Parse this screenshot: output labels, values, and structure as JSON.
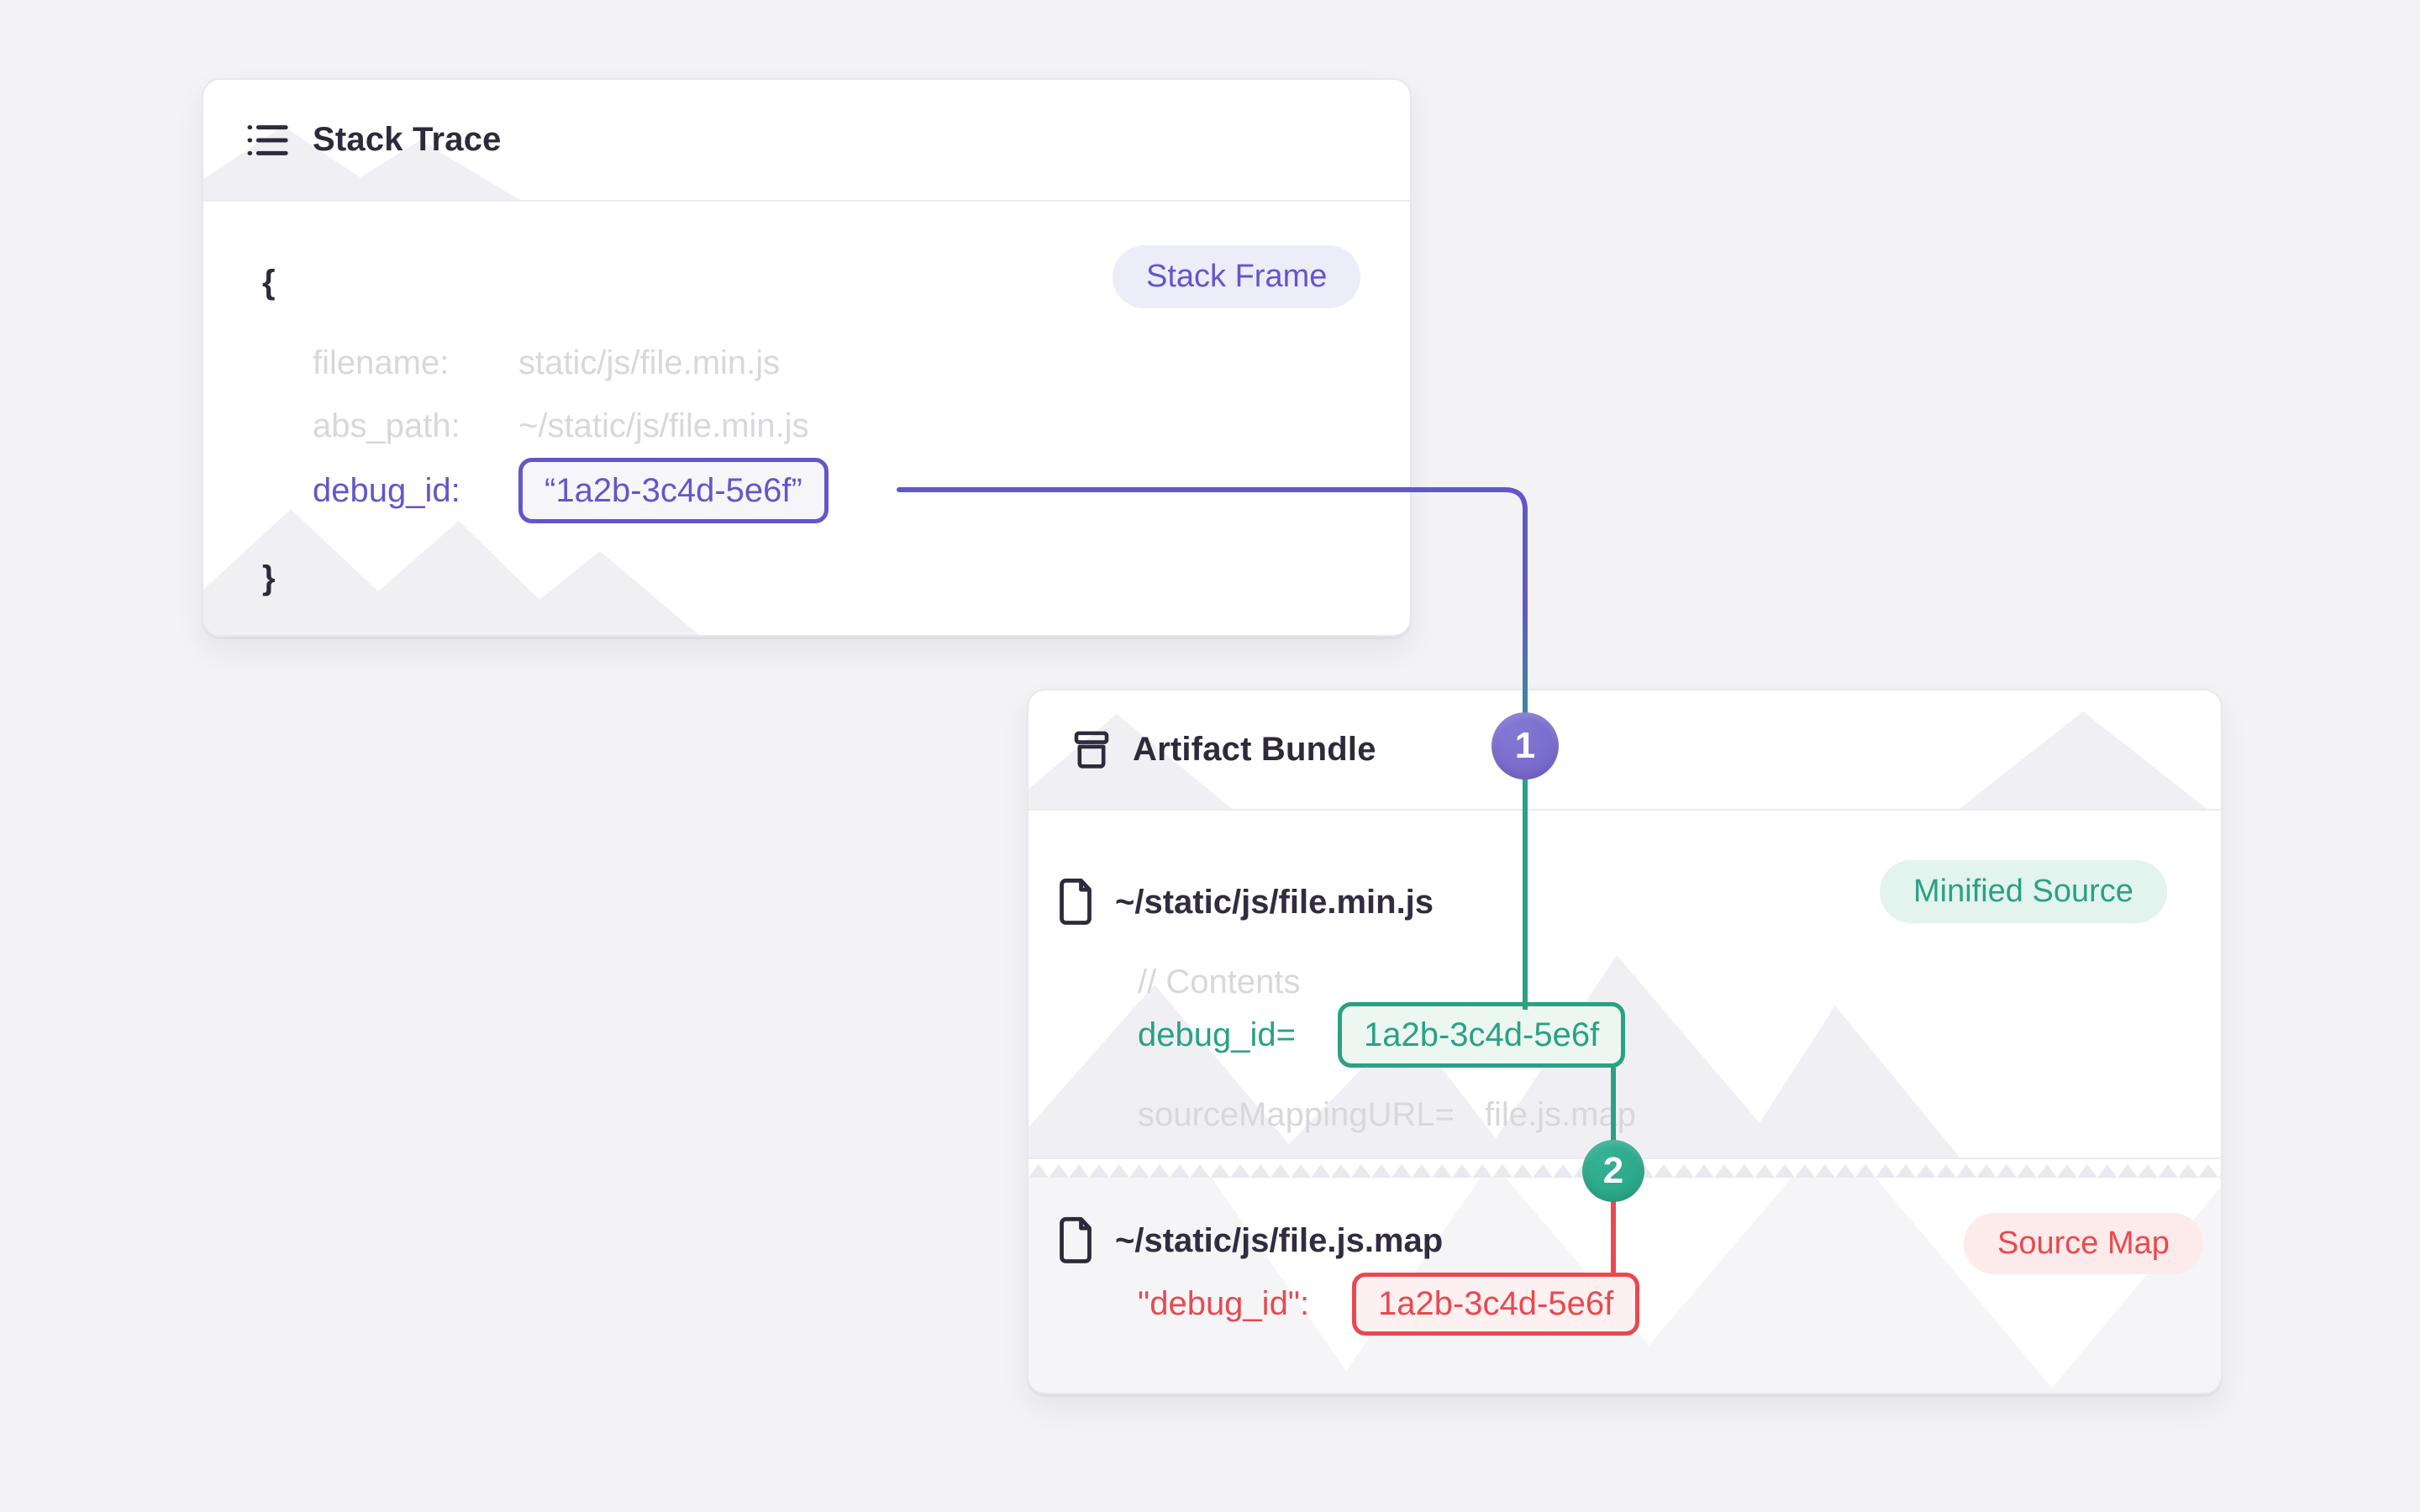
{
  "colors": {
    "purple": "#6257c9",
    "teal": "#2aa184",
    "red": "#e9494f",
    "dark": "#2e2a3b",
    "muted": "#d7d7de",
    "page-bg": "#f3f3f6",
    "badge-purple-bg": "#ededfa",
    "badge-teal-bg": "#e3f3ed",
    "badge-red-bg": "#fdeaea",
    "circle1": "#7164c9",
    "circle2": "#28a284"
  },
  "stack_trace_card": {
    "title": "Stack Trace",
    "badge": "Stack Frame",
    "open_brace": "{",
    "close_brace": "}",
    "rows": [
      {
        "key": "filename:",
        "value": "static/js/file.min.js"
      },
      {
        "key": "abs_path:",
        "value": "~/static/js/file.min.js"
      }
    ],
    "debug_key": "debug_id:",
    "debug_value": "“1a2b-3c4d-5e6f”"
  },
  "artifact_bundle_card": {
    "title": "Artifact Bundle",
    "minified": {
      "path": "~/static/js/file.min.js",
      "badge": "Minified Source",
      "comment": "// Contents",
      "debug_key": "debug_id=",
      "debug_value": "1a2b-3c4d-5e6f",
      "mapping_key": "sourceMappingURL=",
      "mapping_value": "file.js.map"
    },
    "sourcemap": {
      "path": "~/static/js/file.js.map",
      "badge": "Source Map",
      "debug_key": "\"debug_id\":",
      "debug_value": "1a2b-3c4d-5e6f"
    }
  },
  "connectors": {
    "step1": "1",
    "step2": "2"
  }
}
